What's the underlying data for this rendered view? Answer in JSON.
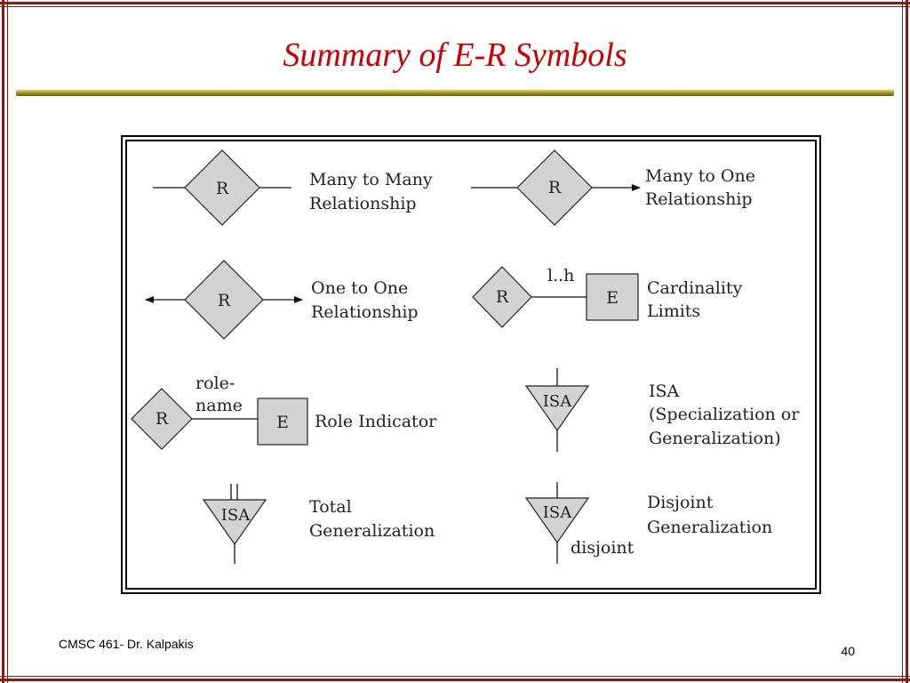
{
  "slide": {
    "title": "Summary of E-R Symbols",
    "footer_left": "CMSC 461- Dr. Kalpakis",
    "page_number": "40"
  },
  "colors": {
    "title": "#cc0000",
    "frame": "#8b1a10",
    "rule": "#9c8a18",
    "shape_fill": "#d3d3d3"
  },
  "symbols": {
    "many_to_many": {
      "glyph": "R",
      "label_1": "Many to Many",
      "label_2": "Relationship"
    },
    "many_to_one": {
      "glyph": "R",
      "label_1": "Many to One",
      "label_2": "Relationship"
    },
    "one_to_one": {
      "glyph": "R",
      "label_1": "One to One",
      "label_2": "Relationship"
    },
    "cardinality": {
      "glyph_r": "R",
      "glyph_e": "E",
      "range": "l..h",
      "label_1": "Cardinality",
      "label_2": "Limits"
    },
    "role_indicator": {
      "glyph_r": "R",
      "glyph_e": "E",
      "role_1": "role-",
      "role_2": "name",
      "label": "Role Indicator"
    },
    "isa": {
      "glyph": "ISA",
      "label_1": "ISA",
      "label_2": "(Specialization or",
      "label_3": "Generalization)"
    },
    "total_generalization": {
      "glyph": "ISA",
      "label_1": "Total",
      "label_2": "Generalization"
    },
    "disjoint_generalization": {
      "glyph": "ISA",
      "note": "disjoint",
      "label_1": "Disjoint",
      "label_2": "Generalization"
    }
  }
}
